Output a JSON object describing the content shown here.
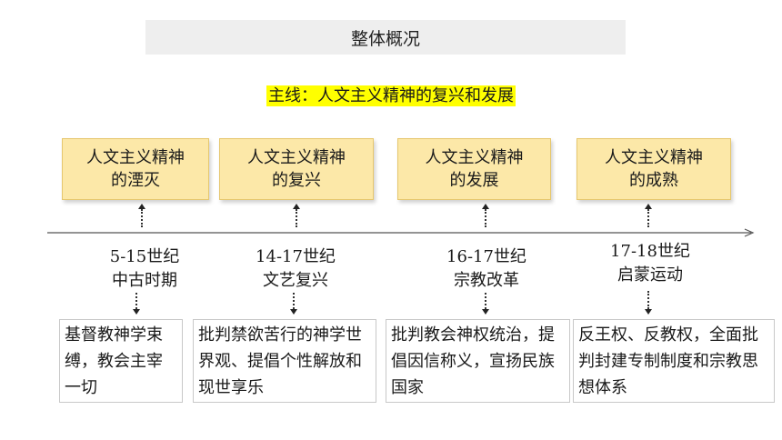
{
  "title": "整体概况",
  "mainline": "主线：人文主义精神的复兴和发展",
  "stages": [
    {
      "line1": "人文主义精神",
      "line2": "的湮灭"
    },
    {
      "line1": "人文主义精神",
      "line2": "的复兴"
    },
    {
      "line1": "人文主义精神",
      "line2": "的发展"
    },
    {
      "line1": "人文主义精神",
      "line2": "的成熟"
    }
  ],
  "periods": [
    {
      "line1": "5-15世纪",
      "line2": "中古时期"
    },
    {
      "line1": "14-17世纪",
      "line2": "文艺复兴"
    },
    {
      "line1": "16-17世纪",
      "line2": "宗教改革"
    },
    {
      "line1": "17-18世纪",
      "line2": "启蒙运动"
    }
  ],
  "descriptions": [
    "基督教神学束缚，教会主宰一切",
    "批判禁欲苦行的神学世界观、提倡个性解放和现世享乐",
    "批判教会神权统治，提倡因信称义，宣扬民族国家",
    "反王权、反教权，全面批判封建专制制度和宗教思想体系"
  ],
  "colors": {
    "stage_fill": "#fce8a8",
    "highlight": "#ffff00",
    "title_bg": "#eeeeee"
  }
}
